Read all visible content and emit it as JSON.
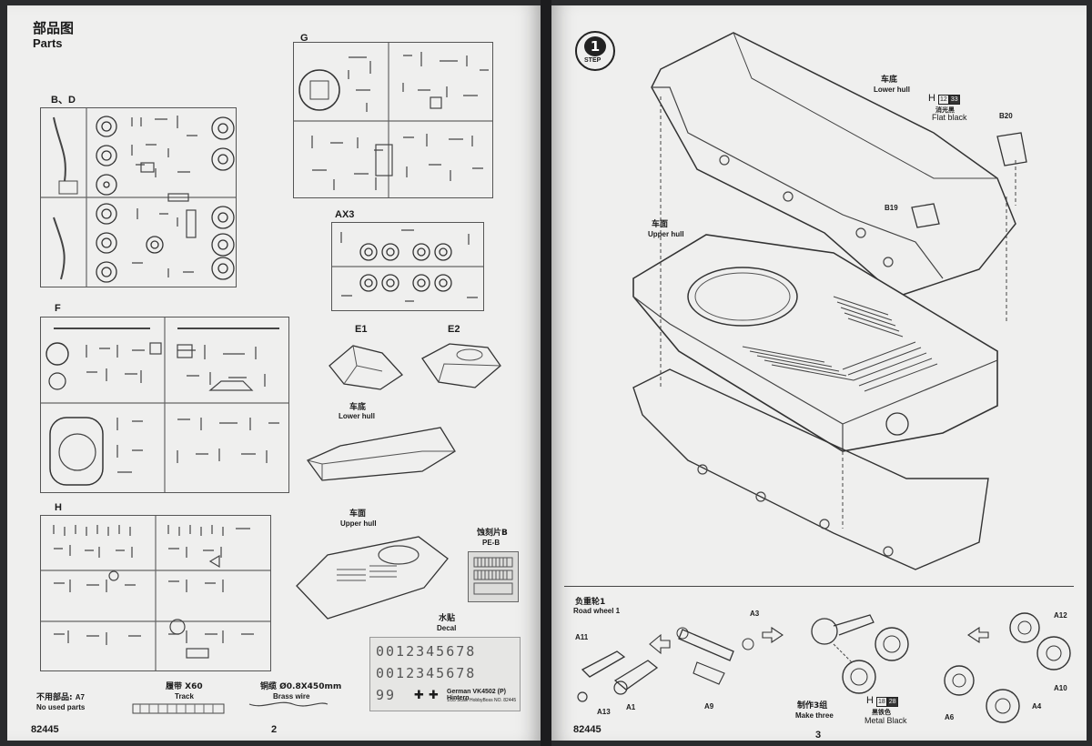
{
  "left": {
    "title_cn": "部品图",
    "title_en": "Parts",
    "sprue_labels": {
      "bd": "B、D",
      "g": "G",
      "ax3": "AX3",
      "f": "F",
      "h": "H",
      "e1": "E1",
      "e2": "E2"
    },
    "lower_hull_cn": "车底",
    "lower_hull_en": "Lower hull",
    "upper_hull_cn": "车面",
    "upper_hull_en": "Upper hull",
    "pe_cn": "蚀刻片B",
    "pe_en": "PE-B",
    "decal_cn": "水贴",
    "decal_en": "Decal",
    "decal_digits_1": "0012345678",
    "decal_digits_2": "0012345678",
    "decal_digits_3": "99",
    "decal_title": "German VK4502 (P) Hintern",
    "decal_sub": "1/35  Scale  HobbyBoss  NO. 82445",
    "unused_cn": "不用部品: ",
    "unused_part": "A7",
    "unused_en": "No used parts",
    "track_cn": "履带 X60",
    "track_en": "Track",
    "wire_cn": "铜缆 Ø0.8X450mm",
    "wire_en": "Brass  wire",
    "code": "82445",
    "page_no": "2"
  },
  "right": {
    "step_no": "1",
    "step_label": "STEP",
    "lower_hull_cn": "车底",
    "lower_hull_en": "Lower hull",
    "paint_letter": "H",
    "paint_code_1": "12",
    "paint_code_2": "33",
    "paint_cn": "消光黑",
    "paint_en": "Flat black",
    "part_b20": "B20",
    "part_b19": "B19",
    "upper_hull_cn": "车面",
    "upper_hull_en": "Upper hull",
    "road_wheel_cn": "负重轮1",
    "road_wheel_en": "Road wheel 1",
    "parts": {
      "a11": "A11",
      "a13": "A13",
      "a1": "A1",
      "a3": "A3",
      "a9": "A9",
      "a12": "A12",
      "a10": "A10",
      "a6": "A6",
      "a4": "A4"
    },
    "make_three_cn": "制作3组",
    "make_three_en": "Make three",
    "paint2_letter": "H",
    "paint2_code_1": "18",
    "paint2_code_2": "28",
    "paint2_cn": "黑铁色",
    "paint2_en": "Metal  Black",
    "code": "82445",
    "page_no": "3"
  }
}
